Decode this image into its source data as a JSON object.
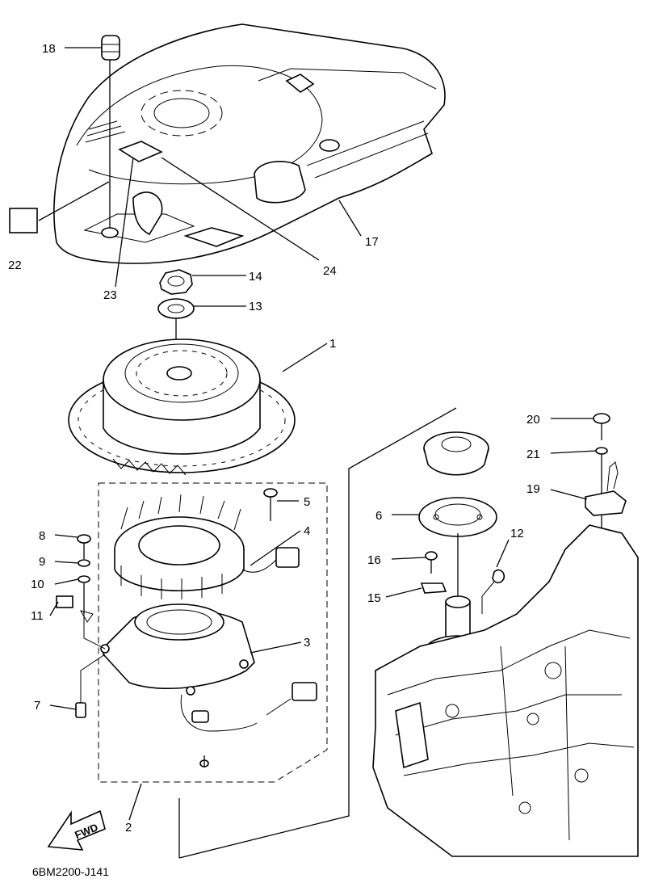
{
  "diagram": {
    "code": "6BM2200-J141",
    "direction_label": "FWD",
    "part_numbers": [
      "1",
      "2",
      "3",
      "4",
      "5",
      "6",
      "7",
      "8",
      "9",
      "10",
      "11",
      "12",
      "13",
      "14",
      "15",
      "16",
      "17",
      "18",
      "19",
      "20",
      "21",
      "22",
      "23",
      "24"
    ]
  }
}
